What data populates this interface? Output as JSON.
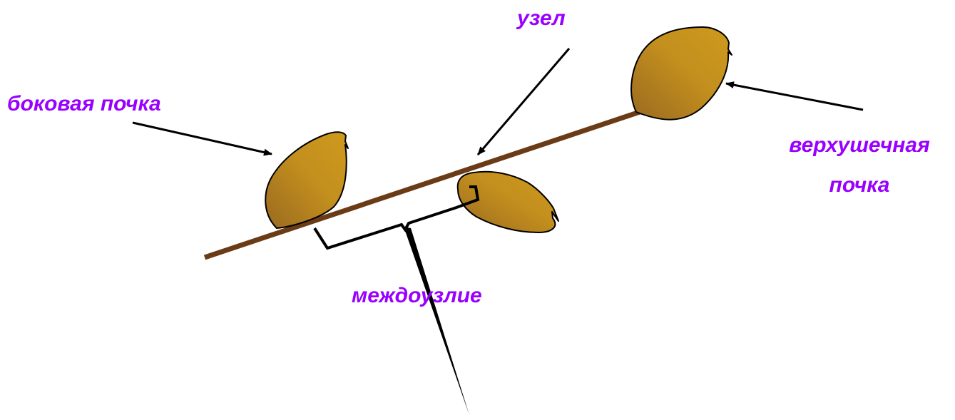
{
  "labels": {
    "lateral_bud": "боковая почка",
    "node": "узел",
    "internode": "междоузлие",
    "apical_bud_line1": "верхушечная",
    "apical_bud_line2": "почка"
  },
  "colors": {
    "label": "#9900ff",
    "stem": "#6b3b16",
    "bud_fill_light": "#c9921c",
    "bud_fill_dark": "#a8701c",
    "outline": "#000000"
  }
}
